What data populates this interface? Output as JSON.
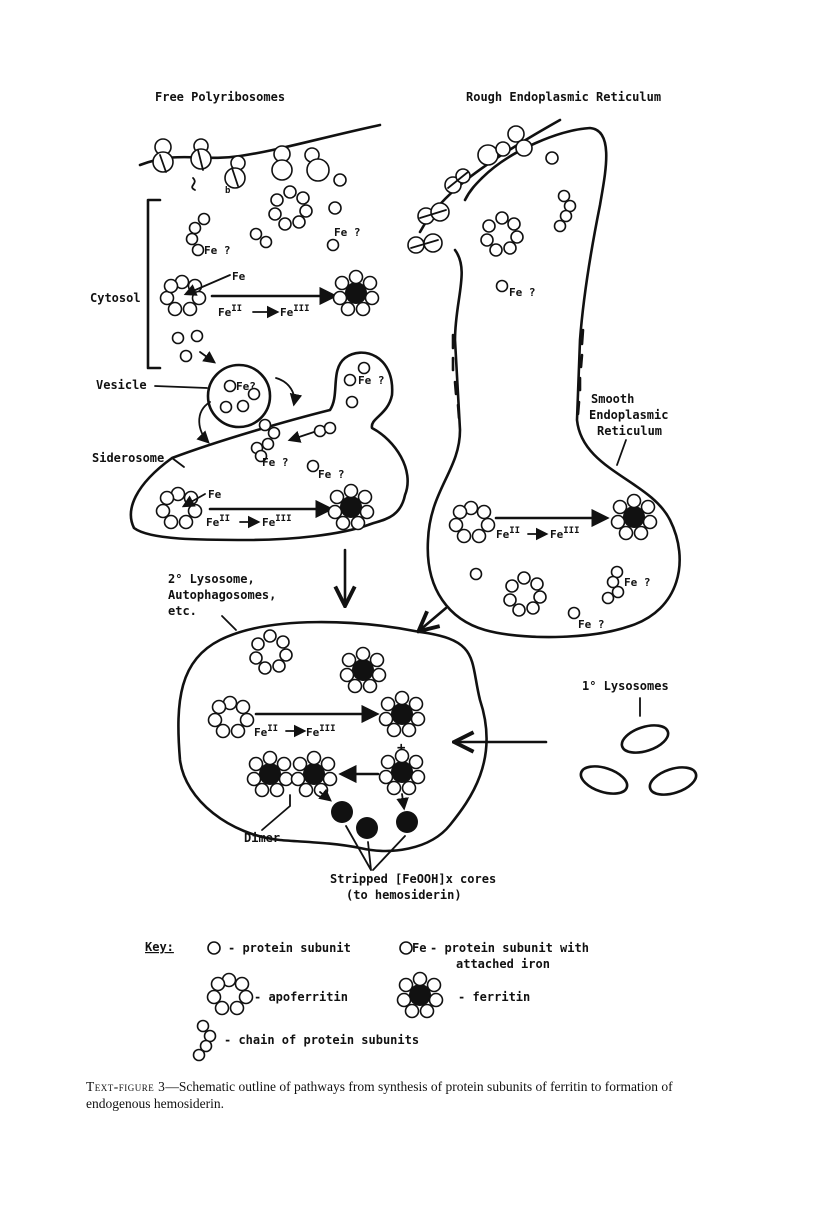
{
  "labels": {
    "free_polyribosomes": "Free Polyribosomes",
    "rough_er": "Rough Endoplasmic Reticulum",
    "cytosol": "Cytosol",
    "vesicle": "Vesicle",
    "siderosome": "Siderosome",
    "smooth_er_1": "Smooth",
    "smooth_er_2": "Endoplasmic",
    "smooth_er_3": "Reticulum",
    "lysosome2_1": "2° Lysosome,",
    "lysosome2_2": "Autophagosomes,",
    "lysosome2_3": "etc.",
    "lysosome1": "1° Lysosomes",
    "dimer": "Dimer",
    "stripped_1": "Stripped [FeOOH]x cores",
    "stripped_2": "(to hemosiderin)",
    "fe": "Fe",
    "fe_q": "Fe ?",
    "fe_qmark": "Fe?",
    "fe_ii": "Fe",
    "sup_ii": "II",
    "sup_iii": "III",
    "q": "?",
    "small_b": "b",
    "plus": "+"
  },
  "key": {
    "title": "Key:",
    "protein_subunit": "- protein subunit",
    "subunit_fe_1": "- protein subunit with",
    "subunit_fe_2": "attached iron",
    "apoferritin": "- apoferritin",
    "ferritin": "- ferritin",
    "chain": "- chain of protein subunits"
  },
  "caption": {
    "lead": "Text-figure 3",
    "text": "—Schematic outline of pathways from synthesis of protein subunits of ferritin to formation of endogenous hemosiderin."
  }
}
